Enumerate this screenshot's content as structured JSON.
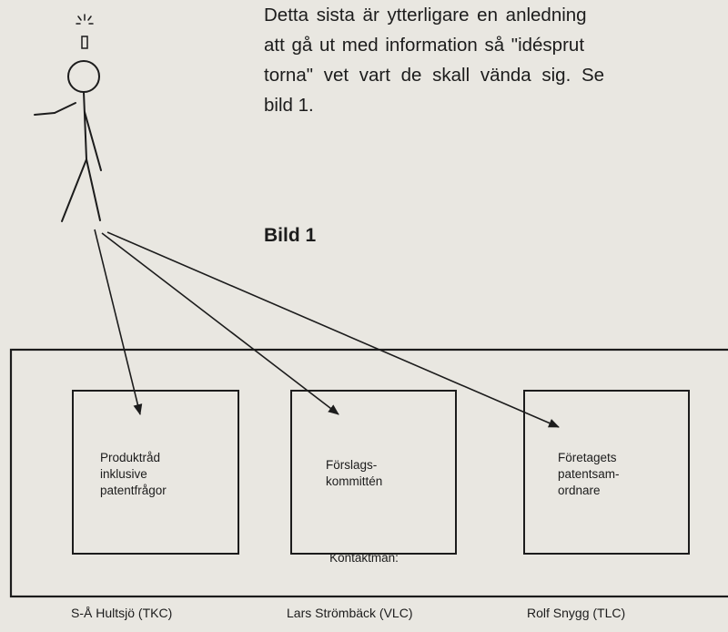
{
  "paragraph": {
    "lines": [
      "Detta sista är ytterligare en anledning",
      "att gå ut med information så \"idésprut",
      "torna\" vet vart de skall vända sig. Se",
      "bild 1."
    ]
  },
  "figure": {
    "heading": "Bild 1",
    "boxes": [
      "Produktråd\ninklusive\npatentfrågor",
      "Förslags-\nkommittén",
      "Företagets\npatentsam-\nordnare"
    ],
    "caption": "Kontaktmän:",
    "contacts": [
      "S-Å Hultsjö (TKC)",
      "Lars Strömbäck (VLC)",
      "Rolf Snygg (TLC)"
    ]
  }
}
